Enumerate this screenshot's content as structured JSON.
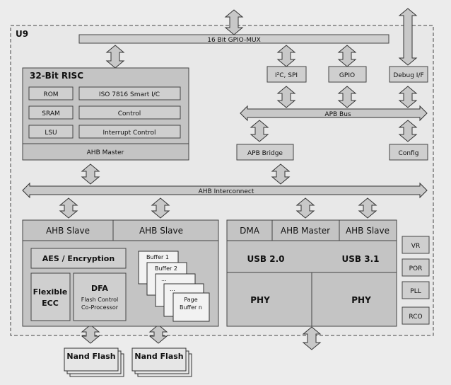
{
  "chip": {
    "label": "U9"
  },
  "buses": {
    "gpio_mux": "16 Bit GPIO-MUX",
    "apb_bus": "APB Bus",
    "ahb_interconnect": "AHB Interconnect"
  },
  "risc": {
    "title": "32-Bit RISC",
    "rom": "ROM",
    "sram": "SRAM",
    "lsu": "LSU",
    "iso": "ISO 7816 Smart I/C",
    "control": "Control",
    "interrupt": "Interrupt Control",
    "ahb_master": "AHB Master"
  },
  "peripherals": {
    "i2c_spi": "I²C, SPI",
    "gpio": "GPIO",
    "debug": "Debug I/F",
    "apb_bridge": "APB Bridge",
    "config": "Config"
  },
  "flash_ctrl": {
    "ahb_slave_1": "AHB Slave",
    "ahb_slave_2": "AHB Slave",
    "aes": "AES / Encryption",
    "ecc_1": "Flexible",
    "ecc_2": "ECC",
    "dfa": "DFA",
    "dfa_sub_1": "Flash Control",
    "dfa_sub_2": "Co-Processor",
    "buffer_1": "Buffer 1",
    "buffer_2": "Buffer 2",
    "buffer_dots_1": "...",
    "buffer_dots_2": "...",
    "page_buffer_1": "Page",
    "page_buffer_2": "Buffer n"
  },
  "usb": {
    "dma": "DMA",
    "ahb_master": "AHB Master",
    "ahb_slave": "AHB Slave",
    "usb20": "USB 2.0",
    "usb31": "USB 3.1",
    "phy_1": "PHY",
    "phy_2": "PHY"
  },
  "side_blocks": {
    "vr": "VR",
    "por": "POR",
    "pll": "PLL",
    "rco": "RCO"
  },
  "nand": {
    "nand_1": "Nand Flash",
    "nand_2": "Nand Flash"
  }
}
